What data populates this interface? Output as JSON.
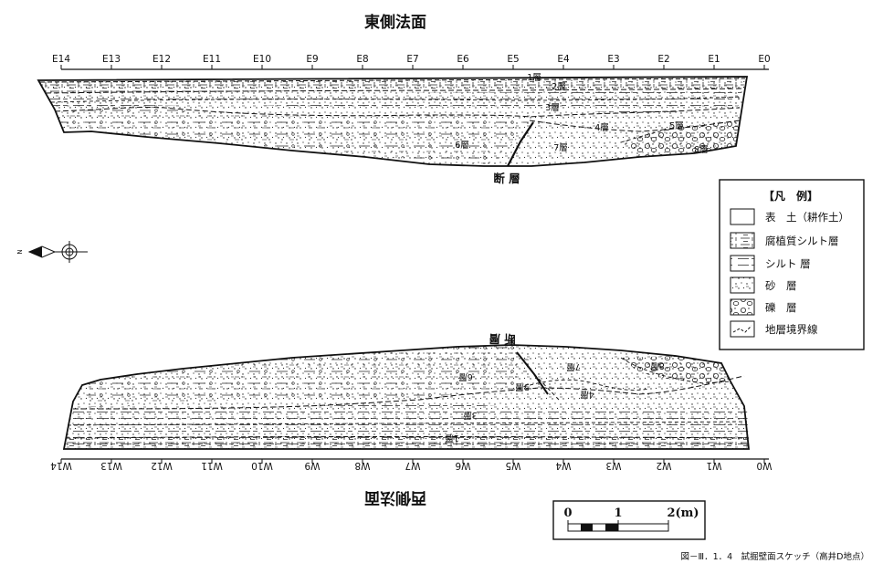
{
  "east": {
    "title": "東側法面",
    "ticks": [
      "E14",
      "E13",
      "E12",
      "E11",
      "E10",
      "E9",
      "E8",
      "E7",
      "E6",
      "E5",
      "E4",
      "E3",
      "E2",
      "E1",
      "E0"
    ],
    "layers": [
      "1層",
      "2層",
      "3層",
      "4層",
      "5層",
      "6層",
      "7層",
      "8層"
    ],
    "fault": "断 層"
  },
  "west": {
    "title": "西側法面",
    "ticks": [
      "W14",
      "W13",
      "W12",
      "W11",
      "W10",
      "W9",
      "W8",
      "W7",
      "W6",
      "W5",
      "W4",
      "W3",
      "W2",
      "W1",
      "W0"
    ],
    "layers": [
      "1層",
      "3層",
      "4層",
      "5層",
      "6層",
      "7層",
      "8層"
    ],
    "fault": "断 層"
  },
  "legend": {
    "title": "【凡　例】",
    "items": [
      {
        "label": "表　土（耕作土）",
        "icon": "blank-swatch"
      },
      {
        "label": "腐植質シルト層",
        "icon": "humic-silt-swatch"
      },
      {
        "label": "シルト 層",
        "icon": "silt-swatch"
      },
      {
        "label": "砂　層",
        "icon": "sand-swatch"
      },
      {
        "label": "礫　層",
        "icon": "gravel-swatch"
      },
      {
        "label": "地層境界線",
        "icon": "boundary-line-swatch"
      }
    ]
  },
  "scale": {
    "labels": [
      "0",
      "1",
      "2(m)"
    ]
  },
  "north_arrow": {
    "label": "N",
    "icon": "north-arrow-icon"
  },
  "caption": "図－Ⅲ．1．4　試掘壁面スケッチ（高井D地点）"
}
